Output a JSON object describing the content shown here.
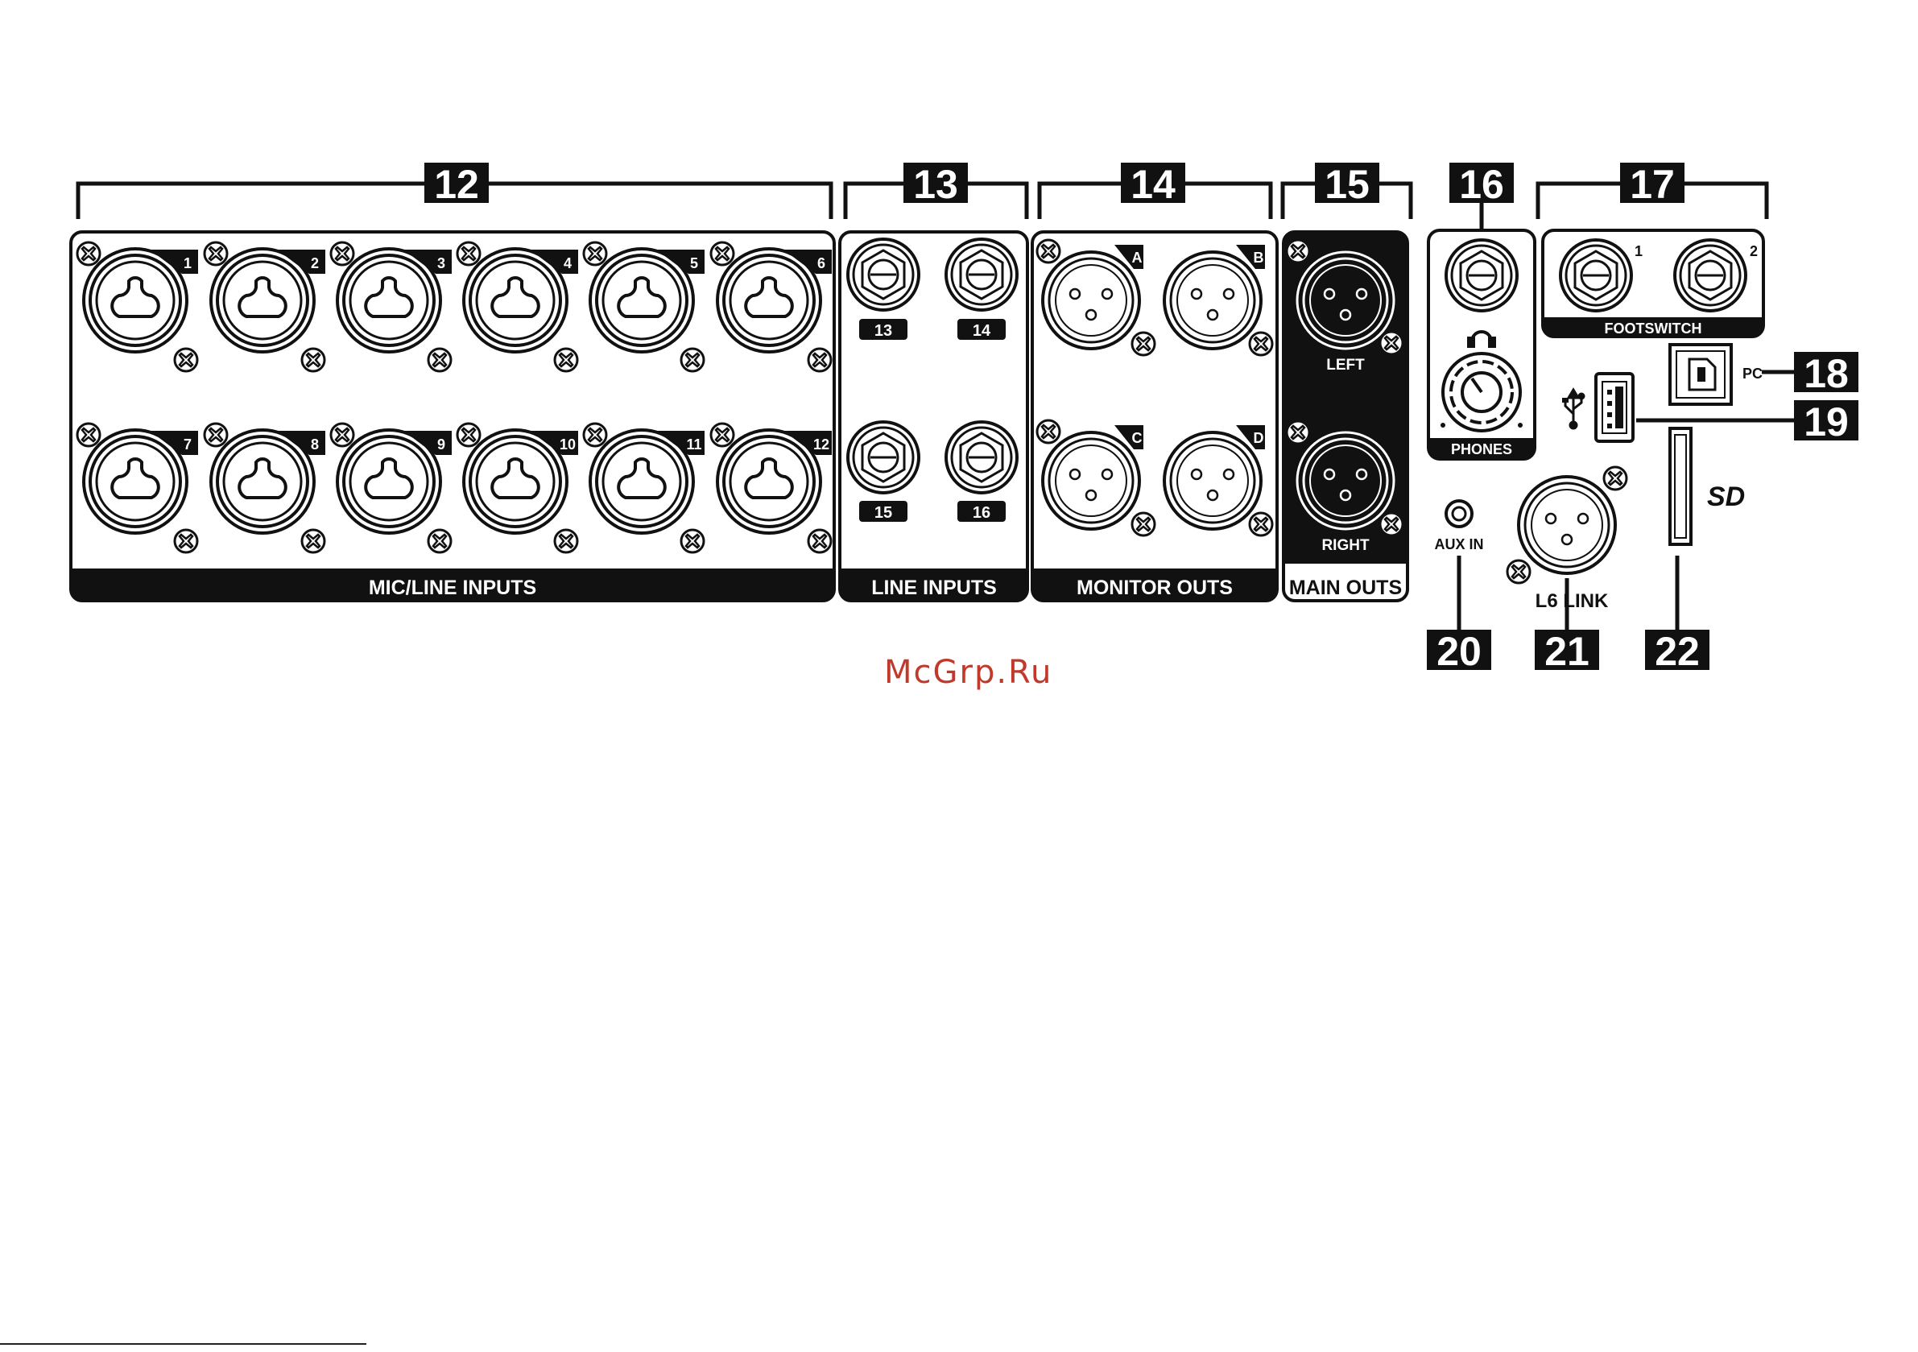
{
  "callouts": [
    "12",
    "13",
    "14",
    "15",
    "16",
    "17",
    "18",
    "19",
    "20",
    "21",
    "22"
  ],
  "sections": {
    "mic_line": {
      "label": "MIC/LINE INPUTS",
      "channels_top": [
        "1",
        "2",
        "3",
        "4",
        "5",
        "6"
      ],
      "channels_bottom": [
        "7",
        "8",
        "9",
        "10",
        "11",
        "12"
      ]
    },
    "line_inputs": {
      "label": "LINE INPUTS",
      "channels": [
        "13",
        "14",
        "15",
        "16"
      ]
    },
    "monitor_outs": {
      "label": "MONITOR OUTS",
      "channels": [
        "A",
        "B",
        "C",
        "D"
      ]
    },
    "main_outs": {
      "label": "MAIN OUTS",
      "left": "LEFT",
      "right": "RIGHT"
    },
    "phones": {
      "label": "PHONES"
    },
    "footswitch": {
      "label": "FOOTSWITCH",
      "channels": [
        "1",
        "2"
      ]
    },
    "pc": {
      "label": "PC"
    },
    "aux_in": {
      "label": "AUX IN"
    },
    "l6_link": {
      "label": "L6 LINK"
    },
    "sd": {
      "label": "SD"
    }
  },
  "watermark": "McGrp.Ru",
  "colors": {
    "ink": "#111111",
    "paper": "#ffffff",
    "watermark": "#c0392b"
  }
}
